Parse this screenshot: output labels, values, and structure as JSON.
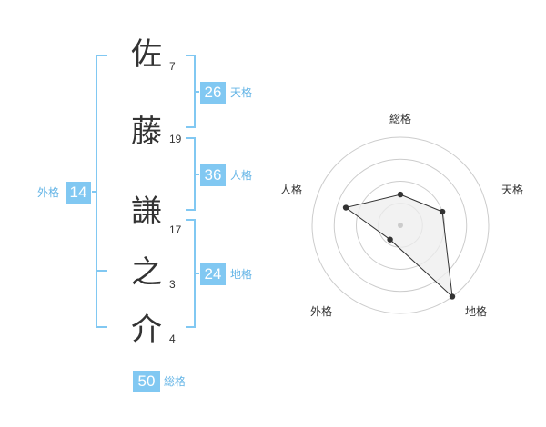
{
  "name": {
    "characters": [
      {
        "char": "佐",
        "strokes": "7"
      },
      {
        "char": "藤",
        "strokes": "19"
      },
      {
        "char": "謙",
        "strokes": "17"
      },
      {
        "char": "之",
        "strokes": "3"
      },
      {
        "char": "介",
        "strokes": "4"
      }
    ]
  },
  "fortunes": {
    "tenkaku": {
      "value": "26",
      "label": "天格"
    },
    "jinkaku": {
      "value": "36",
      "label": "人格"
    },
    "chikaku": {
      "value": "24",
      "label": "地格"
    },
    "gaikaku": {
      "value": "14",
      "label": "外格"
    },
    "soukaku": {
      "value": "50",
      "label": "総格"
    }
  },
  "colors": {
    "accent": "#81c8f2",
    "accent_text": "#63b4e6",
    "bracket": "#81c8f2",
    "radar_fill": "#eeeeee",
    "radar_line": "#333333",
    "grid": "#cccccc"
  },
  "chart_data": {
    "type": "radar",
    "axes": [
      "総格",
      "天格",
      "地格",
      "外格",
      "人格"
    ],
    "values": [
      0.35,
      0.5,
      1.0,
      0.2,
      0.65
    ],
    "rings": 4
  }
}
